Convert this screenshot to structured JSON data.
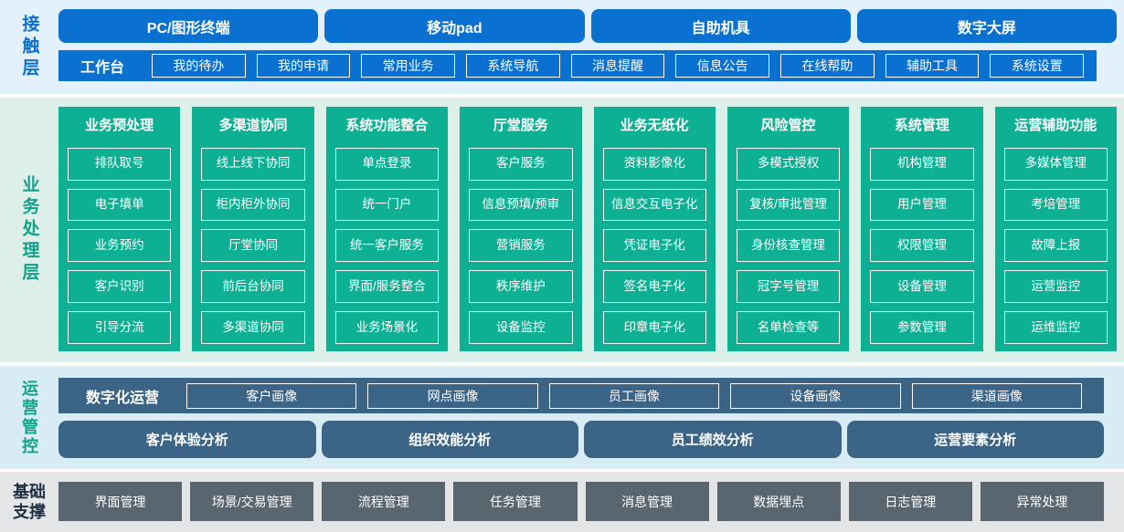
{
  "contact_layer": {
    "label": "接触层",
    "terminals": [
      "PC/图形终端",
      "移动pad",
      "自助机具",
      "数字大屏"
    ],
    "workbench": {
      "label": "工作台",
      "items": [
        "我的待办",
        "我的申请",
        "常用业务",
        "系统导航",
        "消息提醒",
        "信息公告",
        "在线帮助",
        "辅助工具",
        "系统设置"
      ]
    }
  },
  "business_layer": {
    "label": "业务处理层",
    "columns": [
      {
        "title": "业务预处理",
        "items": [
          "排队取号",
          "电子填单",
          "业务预约",
          "客户识别",
          "引导分流"
        ]
      },
      {
        "title": "多渠道协同",
        "items": [
          "线上线下协同",
          "柜内柜外协同",
          "厅堂协同",
          "前后台协同",
          "多渠道协同"
        ]
      },
      {
        "title": "系统功能整合",
        "items": [
          "单点登录",
          "统一门户",
          "统一客户服务",
          "界面/服务整合",
          "业务场景化"
        ]
      },
      {
        "title": "厅堂服务",
        "items": [
          "客户服务",
          "信息预填/预审",
          "营销服务",
          "秩序维护",
          "设备监控"
        ]
      },
      {
        "title": "业务无纸化",
        "items": [
          "资料影像化",
          "信息交互电子化",
          "凭证电子化",
          "签名电子化",
          "印章电子化"
        ]
      },
      {
        "title": "风险管控",
        "items": [
          "多模式授权",
          "复核/审批管理",
          "身份核查管理",
          "冠字号管理",
          "名单检查等"
        ]
      },
      {
        "title": "系统管理",
        "items": [
          "机构管理",
          "用户管理",
          "权限管理",
          "设备管理",
          "参数管理"
        ]
      },
      {
        "title": "运营辅助功能",
        "items": [
          "多媒体管理",
          "考培管理",
          "故障上报",
          "运营监控",
          "运维监控"
        ]
      }
    ]
  },
  "operations_layer": {
    "label": "运营管控",
    "digital_ops": {
      "label": "数字化运营",
      "items": [
        "客户画像",
        "网点画像",
        "员工画像",
        "设备画像",
        "渠道画像"
      ]
    },
    "analysis": [
      "客户体验分析",
      "组织效能分析",
      "员工绩效分析",
      "运营要素分析"
    ]
  },
  "foundation_layer": {
    "label": "基础支撑",
    "items": [
      "界面管理",
      "场景/交易管理",
      "流程管理",
      "任务管理",
      "消息管理",
      "数据埋点",
      "日志管理",
      "异常处理"
    ]
  },
  "colors": {
    "accent_blue": "#0a71d0",
    "accent_teal": "#0eb093",
    "accent_slate": "#3b6486",
    "accent_gray": "#59656f",
    "bg_contact": "#e2f1fb",
    "bg_business": "#dcefe9",
    "bg_operations": "#d8ecf5",
    "bg_foundation": "#e4e5e7",
    "label_blue": "#1070c8",
    "label_teal": "#12a189",
    "label_navy": "#1e2f44"
  }
}
